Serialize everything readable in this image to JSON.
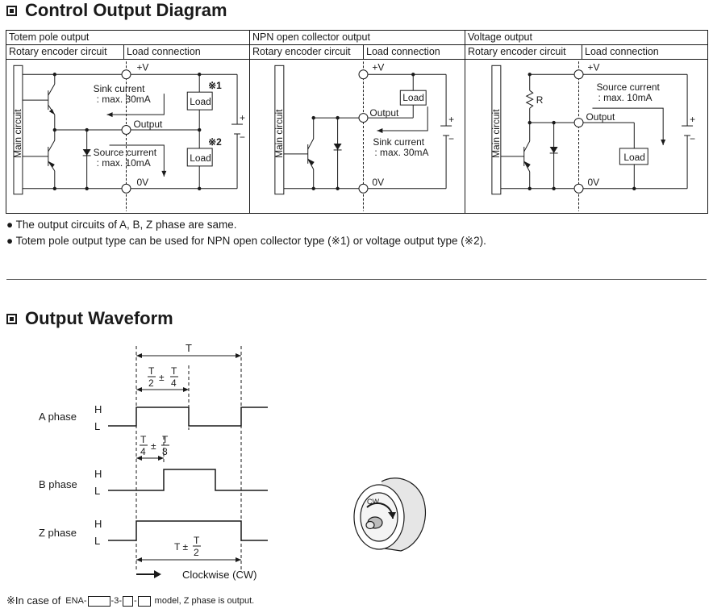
{
  "sections": {
    "control_title": "Control Output Diagram",
    "waveform_title": "Output Waveform"
  },
  "table": {
    "columns": [
      {
        "header": "Totem pole output",
        "left_sub": "Rotary encoder circuit",
        "right_sub": "Load connection"
      },
      {
        "header": "NPN open collector output",
        "left_sub": "Rotary encoder circuit",
        "right_sub": "Load connection"
      },
      {
        "header": "Voltage output",
        "left_sub": "Rotary encoder circuit",
        "right_sub": "Load connection"
      }
    ]
  },
  "circuits": {
    "labels": {
      "plus_v": "+V",
      "zero_v": "0V",
      "output": "Output",
      "main_circuit": "Main circuit",
      "load": "Load",
      "resistor": "R",
      "mark1": "※1",
      "mark2": "※2",
      "plus": "+",
      "minus": "−"
    },
    "totem": {
      "sink_title": "Sink current",
      "sink_value": ": max. 30mA",
      "source_title": "Source current",
      "source_value": ": max. 10mA"
    },
    "npn": {
      "sink_title": "Sink current",
      "sink_value": ": max. 30mA"
    },
    "voltage": {
      "source_title": "Source current",
      "source_value": ": max. 10mA"
    }
  },
  "notes": [
    "● The output circuits of A, B, Z phase are same.",
    "● Totem pole output type can be used for NPN open collector type (※1) or voltage output type (※2)."
  ],
  "waveform": {
    "period": "T",
    "a_phase": "A phase",
    "b_phase": "B phase",
    "z_phase": "Z phase",
    "high": "H",
    "low": "L",
    "frac_t": "T",
    "den_2": "2",
    "den_4": "4",
    "den_8": "8",
    "plus_minus": "±",
    "z_tol_prefix": "T ±",
    "direction": "Clockwise (CW)"
  },
  "encoder": {
    "cw": "CW"
  },
  "footnote": {
    "prefix": "※In case of",
    "model_a": "ENA-",
    "model_b": "-3-",
    "model_c": "-",
    "suffix": "model, Z phase is output."
  }
}
